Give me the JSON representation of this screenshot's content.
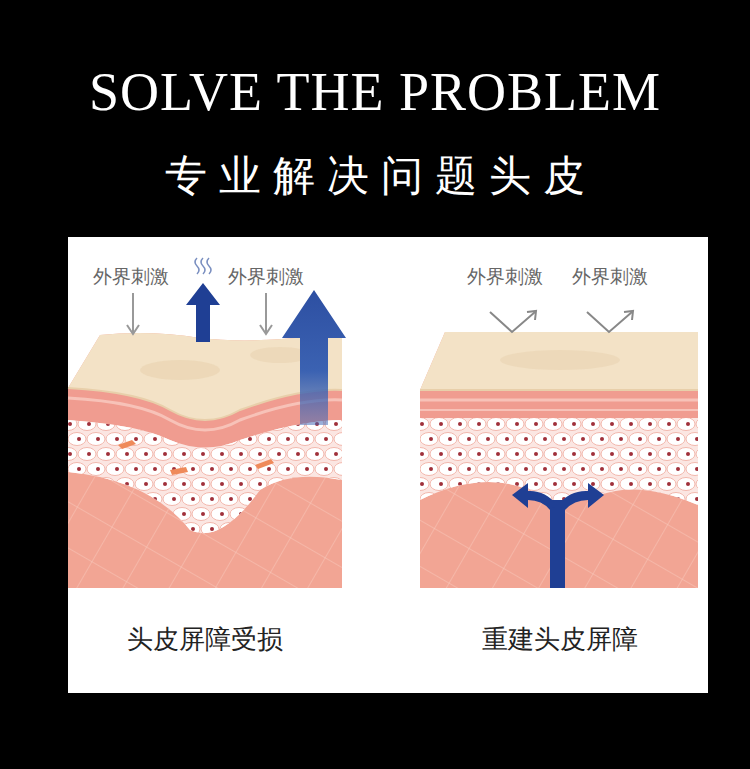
{
  "diagram": {
    "title": "SOLVE THE PROBLEM",
    "labels": [
      "专业解决问题头皮",
      "外界刺激",
      "外界刺激",
      "外界刺激",
      "外界刺激",
      "头皮屏障受损",
      "重建头皮屏障"
    ]
  }
}
